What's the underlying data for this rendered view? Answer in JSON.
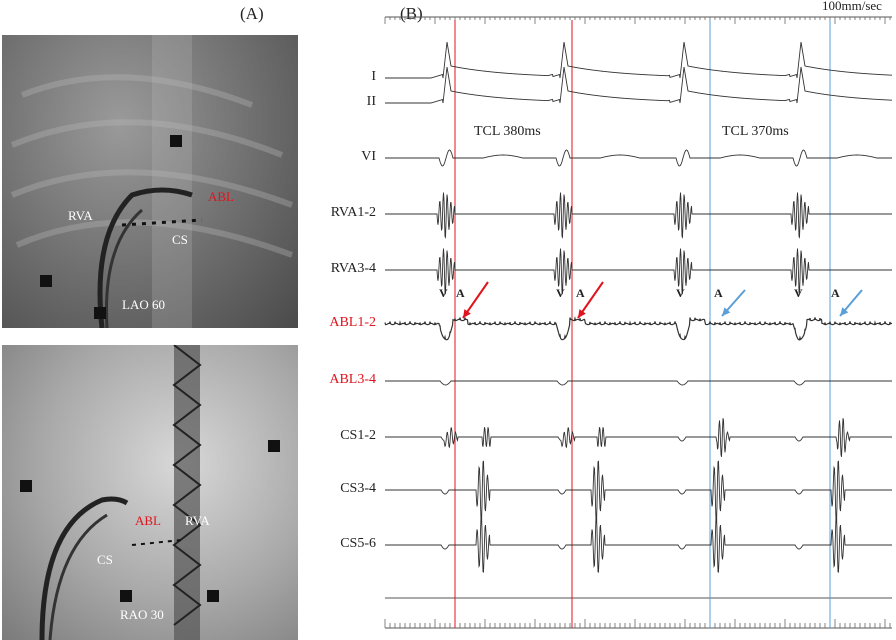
{
  "panel_a": {
    "label": "(A)",
    "top_image": {
      "rva": "RVA",
      "abl": "ABL",
      "cs": "CS",
      "view": "LAO 60"
    },
    "bottom_image": {
      "abl": "ABL",
      "rva": "RVA",
      "cs": "CS",
      "view": "RAO 30"
    }
  },
  "panel_b": {
    "label": "(B)",
    "speed": "100mm/sec",
    "channels": [
      "I",
      "II",
      "VI",
      "RVA1-2",
      "RVA3-4",
      "ABL1-2",
      "ABL3-4",
      "CS1-2",
      "CS3-4",
      "CS5-6"
    ],
    "tcl_left": "TCL 380ms",
    "tcl_right": "TCL 370ms",
    "markers": [
      {
        "v": "V",
        "a": "A"
      },
      {
        "v": "V",
        "a": "A"
      },
      {
        "v": "V",
        "a": "A"
      },
      {
        "v": "V",
        "a": "A"
      }
    ],
    "colors": {
      "red": "#e0141e",
      "blue": "#5a9fd8",
      "trace": "#333333"
    }
  }
}
